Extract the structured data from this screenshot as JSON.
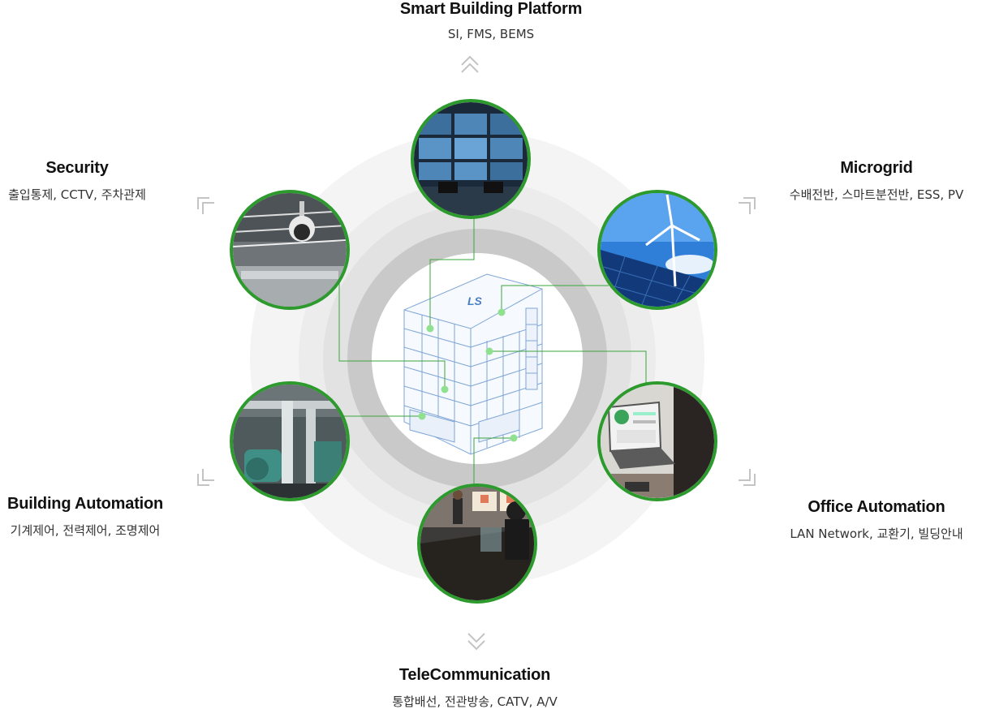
{
  "center": {
    "building_logo": "LS"
  },
  "nodes": {
    "top": {
      "title": "Smart Building Platform",
      "subtitle": "SI, FMS, BEMS",
      "icon": "control-room-photo"
    },
    "security": {
      "title": "Security",
      "subtitle": "출입통제, CCTV, 주차관제",
      "icon": "cctv-camera-photo"
    },
    "microgrid": {
      "title": "Microgrid",
      "subtitle": "수배전반, 스마트분전반, ESS, PV",
      "icon": "wind-solar-photo"
    },
    "building_automation": {
      "title": "Building Automation",
      "subtitle": "기계제어, 전력제어, 조명제어",
      "icon": "mechanical-room-photo"
    },
    "office_automation": {
      "title": "Office Automation",
      "subtitle": "LAN Network, 교환기, 빌딩안내",
      "icon": "laptop-office-photo"
    },
    "telecommunication": {
      "title": "TeleCommunication",
      "subtitle": "통합배선, 전관방송, CATV, A/V",
      "icon": "conference-room-photo"
    }
  },
  "colors": {
    "accent_green": "#2c9a2c",
    "connector_green": "#3aa53a",
    "dot_green": "#8fe08f",
    "chevron_gray": "#c4c4c4",
    "building_blue": "#7fa6d6"
  }
}
